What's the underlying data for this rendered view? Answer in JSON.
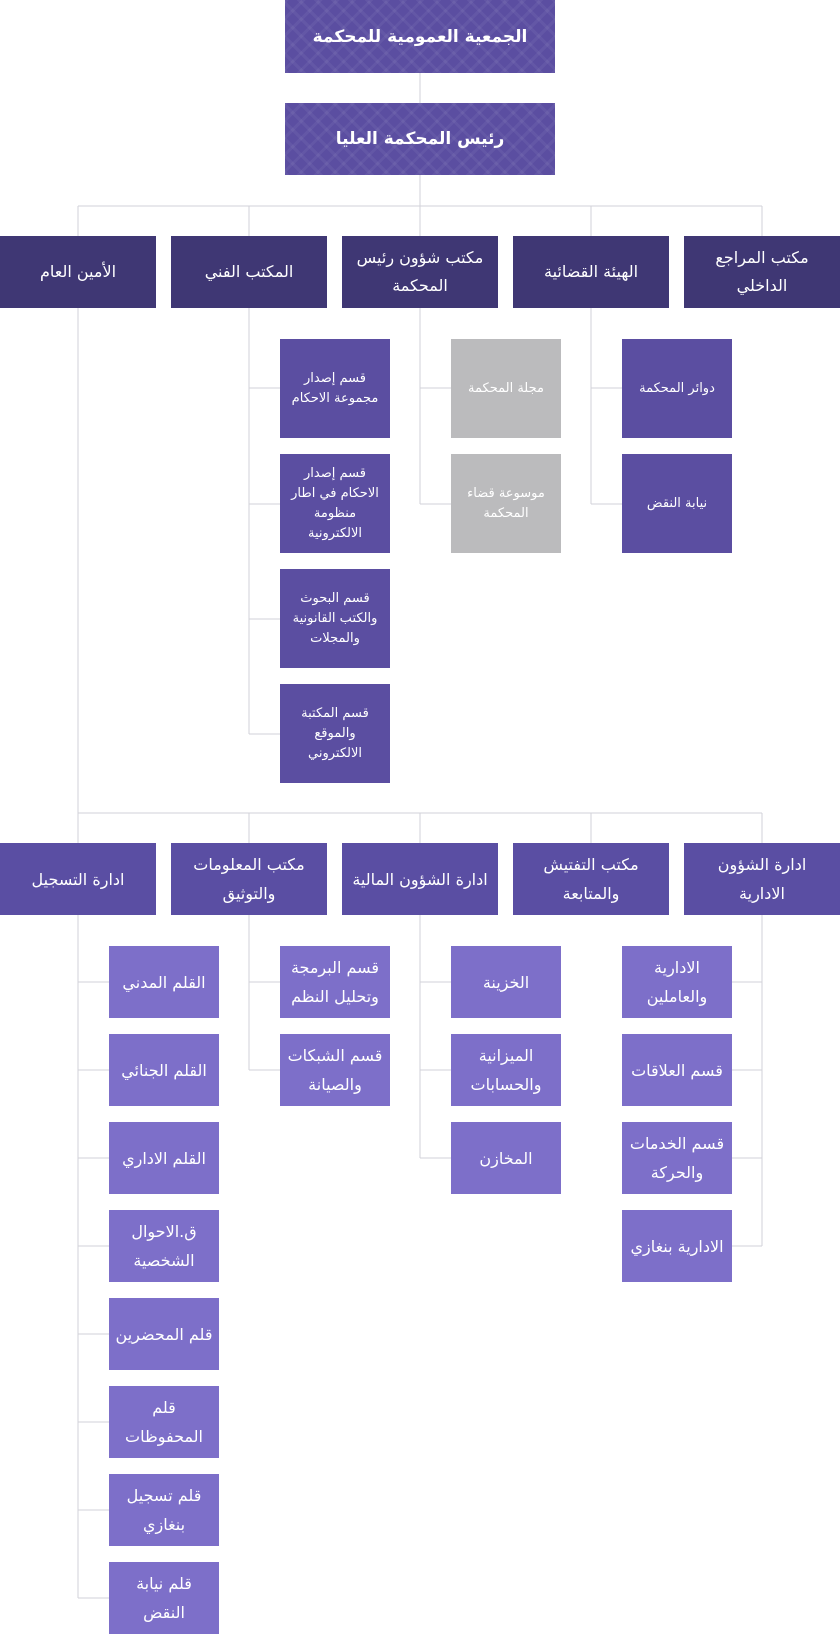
{
  "chart": {
    "general_assembly": "الجمعية العمومية للمحكمة",
    "president": "رئيس المحكمة العليا"
  },
  "departments_row1": {
    "internal_audit": "مكتب المراجع الداخلي",
    "judicial_body": "الهيئة القضائية",
    "president_office": "مكتب شؤون رئيس المحكمة",
    "technical_office": "المكتب الفني",
    "secretary_general": "الأمين العام"
  },
  "judicial_body_units": {
    "court_circuits": "دوائر المحكمة",
    "cassation_prosecution": "نيابة النقض"
  },
  "president_office_units": {
    "court_journal": "مجلة المحكمة",
    "encyclopedia": "موسوعة قضاء المحكمة"
  },
  "technical_office_units": {
    "rulings_collection": "قسم إصدار مجموعة الاحكام",
    "electronic_rulings": "قسم إصدار الاحكام في اطار منظومة الالكترونية",
    "research": "قسم البحوث والكتب القانونية والمجلات",
    "library": "قسم المكتبة والموقع الالكتروني"
  },
  "departments_row2": {
    "administrative_affairs": "ادارة الشؤون الادارية",
    "inspection": "مكتب التفتيش والمتابعة",
    "financial_affairs": "ادارة الشؤون المالية",
    "information": "مكتب المعلومات والتوثيق",
    "registration": "ادارة التسجيل"
  },
  "administrative_units": {
    "admin_staff": "الادارية والعاملين",
    "relations": "قسم العلاقات",
    "services": "قسم الخدمات والحركة",
    "benghazi_admin": "الادارية بنغازي"
  },
  "financial_units": {
    "treasury": "الخزينة",
    "budget": "الميزانية والحسابات",
    "stores": "المخازن"
  },
  "information_units": {
    "programming": "قسم البرمجة وتحليل النظم",
    "networks": "قسم الشبكات والصيانة"
  },
  "registration_units": {
    "civil": "القلم المدني",
    "criminal": "القلم الجنائي",
    "administrative": "القلم الاداري",
    "personal_status": "ق.الاحوال الشخصية",
    "process_servers": "قلم المحضرين",
    "archives": "قلم المحفوظات",
    "benghazi_registration": "قلم تسجيل بنغازي",
    "cassation_prosecution_desk": "قلم نيابة النقض"
  },
  "colors": {
    "top_box": "#5b4ea1",
    "dept_row1": "#3f3774",
    "dept_row2": "#5a4ea3",
    "sub_violet": "#5b4ea1",
    "sub_grey": "#bbbbbd",
    "sub_light": "#7d6fc9",
    "connector": "#d2d2d8"
  }
}
